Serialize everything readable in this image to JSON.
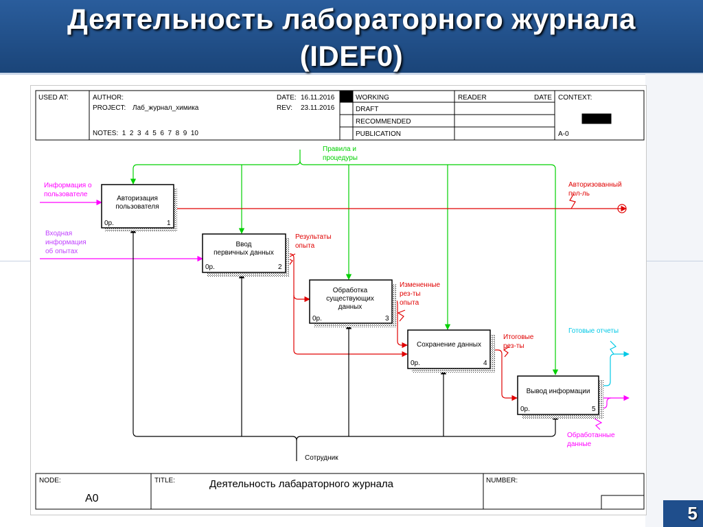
{
  "slide": {
    "title_line1": "Деятельность лабораторного журнала",
    "title_line2": "(IDEF0)",
    "page_number": "5"
  },
  "header_table": {
    "used_at": "USED AT:",
    "author": "AUTHOR:",
    "project_label": "PROJECT:",
    "project_value": "Лаб_журнал_химика",
    "date_label": "DATE:",
    "date_value": "16.11.2016",
    "rev_label": "REV:",
    "rev_value": "23.11.2016",
    "notes": "NOTES:  1  2  3  4  5  6  7  8  9  10",
    "working": "WORKING",
    "draft": "DRAFT",
    "recommended": "RECOMMENDED",
    "publication": "PUBLICATION",
    "reader": "READER",
    "date2": "DATE",
    "context": "CONTEXT:",
    "context_node": "A-0"
  },
  "footer_table": {
    "node_label": "NODE:",
    "node_value": "A0",
    "title_label": "TITLE:",
    "title_value": "Деятельность лабараторного журнала",
    "number_label": "NUMBER:"
  },
  "boxes": [
    {
      "name": "Авторизация пользователя",
      "line1": "Авторизация",
      "line2": "пользователя",
      "cost": "0р.",
      "num": "1"
    },
    {
      "name": "Ввод первичных данных",
      "line1": "Ввод",
      "line2": "первичных данных",
      "cost": "0р.",
      "num": "2"
    },
    {
      "name": "Обработка существующих данных",
      "line1": "Обработка",
      "line2": "существующих",
      "line3": "данных",
      "cost": "0р.",
      "num": "3"
    },
    {
      "name": "Сохранение данных",
      "line1": "Сохранение данных",
      "cost": "0р.",
      "num": "4"
    },
    {
      "name": "Вывод информации",
      "line1": "Вывод информации",
      "cost": "0р.",
      "num": "5"
    }
  ],
  "arrow_labels": {
    "controls": {
      "line1": "Правила и",
      "line2": "процедуры"
    },
    "input_user": {
      "line1": "Информация о",
      "line2": "пользователе"
    },
    "input_exp": {
      "line1": "Входная",
      "line2": "информация",
      "line3": "об опытах"
    },
    "out_auth": {
      "line1": "Авторизованный",
      "line2": "пол-ль"
    },
    "out_results": {
      "line1": "Результаты",
      "line2": "опыта"
    },
    "out_changed": {
      "line1": "Измененные",
      "line2": "рез-ты",
      "line3": "опыта"
    },
    "out_final": {
      "line1": "Итоговые",
      "line2": "рез-ты"
    },
    "out_reports": {
      "line1": "Готовые отчеты"
    },
    "out_processed": {
      "line1": "Обработанные",
      "line2": "данные"
    },
    "mechanism": {
      "line1": "Сотрудник"
    }
  },
  "colors": {
    "header_bg": "#1f4e8c",
    "control_green": "#00d000",
    "output_red": "#e00000",
    "input_magenta": "#ff00ff",
    "output_cyan": "#00c8e6",
    "mechanism_black": "#000000"
  }
}
